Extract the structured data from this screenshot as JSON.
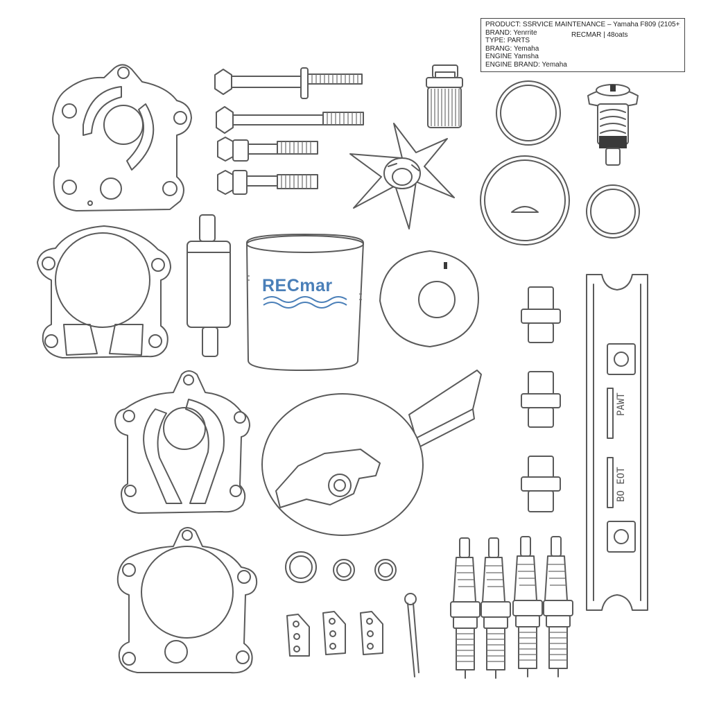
{
  "info": {
    "product_label": "PRODUCT:",
    "product_value": "SSRVICE MAINTENANCE",
    "product_value2": "– Yamaha F809 (2105+)",
    "brand_label": "BRAND:",
    "brand_value": "Yenrrite",
    "brand_value2": "RECMAR | 48oats",
    "type_label": "TYPE:",
    "type_value": "PARTS",
    "brang_label": "BRANG:",
    "brang_value": "Yemaha",
    "engine_label": "ENGINE",
    "engine_value": "Yamsha",
    "engine_brand_label": "ENGINE BRAND:",
    "engine_brand_value": "Yemaha"
  },
  "logo_text": "RECmar",
  "anode_text_top": "PAWT",
  "anode_text_bottom": "BO EOT",
  "colors": {
    "line": "#5a5a5a",
    "logo": "#4a7fb8",
    "background": "#ffffff"
  }
}
